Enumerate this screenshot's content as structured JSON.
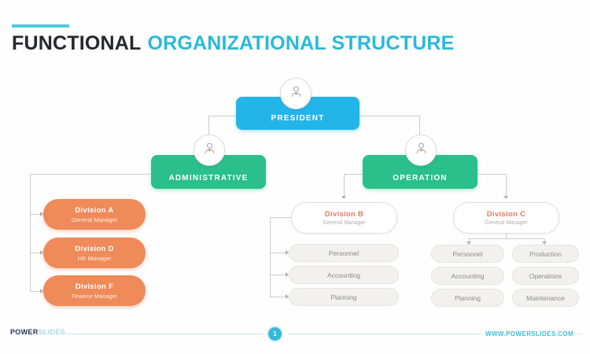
{
  "title": {
    "highlight": "FUNCTIONAL",
    "rest": "ORGANIZATIONAL STRUCTURE"
  },
  "org": {
    "president": {
      "label": "PRESIDENT"
    },
    "administrative": {
      "label": "ADMINISTRATIVE",
      "divisions": [
        {
          "name": "Division A",
          "role": "General Manager"
        },
        {
          "name": "Division D",
          "role": "HR Manager"
        },
        {
          "name": "Division F",
          "role": "Finance Manager"
        }
      ]
    },
    "operation": {
      "label": "OPERATION",
      "division_b": {
        "name": "Division B",
        "role": "General Manager",
        "departments": [
          "Personnel",
          "Accounting",
          "Planning"
        ]
      },
      "division_c": {
        "name": "Division C",
        "role": "General Manager",
        "departments_left": [
          "Personnel",
          "Accounting",
          "Planning"
        ],
        "departments_right": [
          "Production",
          "Operations",
          "Maintenance"
        ]
      }
    }
  },
  "footer": {
    "logo_primary": "POWER",
    "logo_secondary": "SLIDES",
    "page_number": "1",
    "website": "WWW.POWERSLIDES.COM"
  },
  "colors": {
    "accent_cyan": "#29B9DA",
    "president_blue": "#23B4E8",
    "branch_green": "#2ABF8B",
    "division_orange": "#EF8A59",
    "connector_gray": "#CCCCCC"
  }
}
